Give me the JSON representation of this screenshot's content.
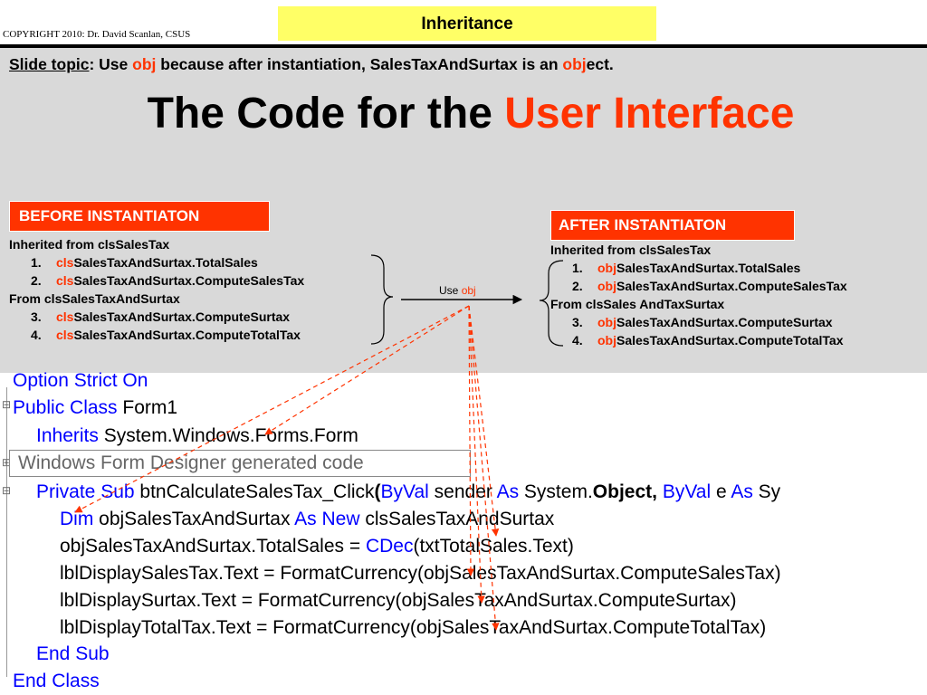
{
  "header": {
    "title": "Inheritance",
    "copyright": "COPYRIGHT 2010: Dr. David Scanlan, CSUS"
  },
  "topic": {
    "label": "Slide topic",
    "colon": ": Use ",
    "obj": "obj",
    "middle": " because after instantiation, SalesTaxAndSurtax is an ",
    "obj2": "obj",
    "end": "ect."
  },
  "heading": {
    "black": "The Code for the ",
    "red": "User Interface"
  },
  "before": {
    "badge": "BEFORE INSTANTIATON",
    "inherited": "Inherited from clsSalesTax",
    "from": "From clsSalesTaxAndSurtax",
    "items": [
      {
        "num": "1.",
        "prefix": "cls",
        "rest": "SalesTaxAndSurtax.TotalSales"
      },
      {
        "num": "2.",
        "prefix": "cls",
        "rest": "SalesTaxAndSurtax.ComputeSalesTax"
      },
      {
        "num": "3.",
        "prefix": "cls",
        "rest": "SalesTaxAndSurtax.ComputeSurtax"
      },
      {
        "num": "4.",
        "prefix": "cls",
        "rest": "SalesTaxAndSurtax.ComputeTotalTax"
      }
    ]
  },
  "after": {
    "badge": "AFTER INSTANTIATON",
    "inherited": "Inherited from clsSalesTax",
    "from": "From clsSales AndTaxSurtax",
    "items": [
      {
        "num": "1.",
        "prefix": "obj",
        "rest": "SalesTaxAndSurtax.TotalSales"
      },
      {
        "num": "2.",
        "prefix": "obj",
        "rest": "SalesTaxAndSurtax.ComputeSalesTax"
      },
      {
        "num": "3.",
        "prefix": "obj",
        "rest": "SalesTaxAndSurtax.ComputeSurtax"
      },
      {
        "num": "4.",
        "prefix": "obj",
        "rest": "SalesTaxAndSurtax.ComputeTotalTax"
      }
    ]
  },
  "arrow_label": {
    "use": "Use ",
    "obj": "obj"
  },
  "code": {
    "l1": {
      "kw": "Option Strict On"
    },
    "l2": {
      "kw": "Public Class",
      "rest": " Form1"
    },
    "l3": {
      "kw": "Inherits",
      "rest": " System.Windows.Forms.Form"
    },
    "l4": {
      "text": "Windows Form Designer generated code"
    },
    "l5": {
      "kw1": "Private Sub",
      "a": " btnCalculateSalesTax_Click",
      "p": "(",
      "kw2": "ByVal",
      "b": " sender ",
      "kw3": "As",
      "c": " System.",
      "ob": "Object,",
      "d": " ",
      "kw4": "ByVal",
      "e": " e ",
      "kw5": "As",
      "f": " Sy"
    },
    "l6": {
      "kw1": "Dim",
      "a": " objSalesTaxAndSurtax ",
      "kw2": "As New",
      "b": " clsSalesTaxAndSurtax"
    },
    "l7": {
      "a": "objSalesTaxAndSurtax.TotalSales = ",
      "kw": "CDec",
      "b": "(txtTotalSales.Text)"
    },
    "l8": {
      "text": "lblDisplaySalesTax.Text = FormatCurrency(objSalesTaxAndSurtax.ComputeSalesTax)"
    },
    "l9": {
      "text": "lblDisplaySurtax.Text = FormatCurrency(objSalesTaxAndSurtax.ComputeSurtax)"
    },
    "l10": {
      "text": "lblDisplayTotalTax.Text = FormatCurrency(objSalesTaxAndSurtax.ComputeTotalTax)"
    },
    "l11": {
      "kw": "End Sub"
    },
    "l12": {
      "kw": "End Class"
    }
  },
  "colors": {
    "accent": "#ff3300",
    "keyword": "#0000ff",
    "highlight": "#ffff66",
    "panel": "#d9d9d9"
  }
}
